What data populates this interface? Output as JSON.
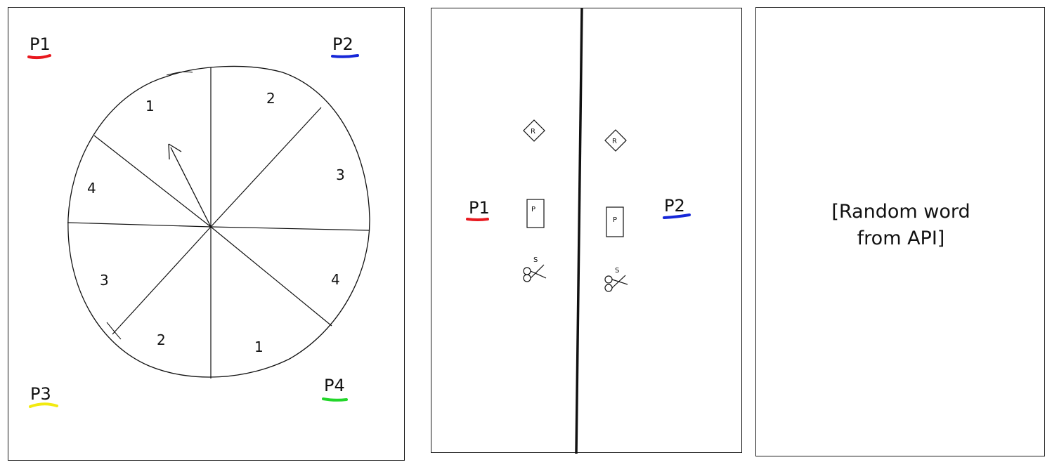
{
  "spinner_panel": {
    "players": [
      {
        "label": "P1",
        "color": "#e8181e"
      },
      {
        "label": "P2",
        "color": "#1627d8"
      },
      {
        "label": "P3",
        "color": "#f2ea10"
      },
      {
        "label": "P4",
        "color": "#22d62a"
      }
    ],
    "wheel_segments": [
      "2",
      "3",
      "4",
      "1",
      "2",
      "3",
      "4",
      "1"
    ]
  },
  "rps_panel": {
    "left_player": {
      "label": "P1",
      "color": "#e8181e"
    },
    "right_player": {
      "label": "P2",
      "color": "#1627d8"
    },
    "choices": {
      "rock": "R",
      "paper": "P",
      "scissors": "S"
    }
  },
  "word_panel": {
    "line1": "[Random word",
    "line2": "from API]"
  }
}
